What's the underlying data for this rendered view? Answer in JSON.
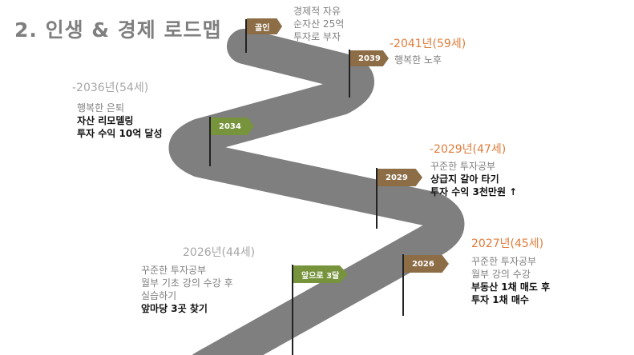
{
  "title": "2. 인생 & 경제 로드맵",
  "colors": {
    "brown": "#8c6d46",
    "green": "#77933c",
    "road": "#7f7f7f",
    "orange": "#e07b39"
  },
  "flags": {
    "goal": "골인",
    "f2039": "2039",
    "f2034": "2034",
    "f2029": "2029",
    "f2026": "2026",
    "now": "앞으로 3달"
  },
  "milestones": {
    "goal": {
      "lines": [
        "경제적 자유",
        "순자산 25억",
        "투자로 부자"
      ]
    },
    "m2041": {
      "year": "-2041년(59세)",
      "lines": [
        "행복한 노후"
      ]
    },
    "m2036": {
      "year": "-2036년(54세)",
      "lines": [
        "행복한 은퇴",
        "자산 리모델링",
        "투자 수익 10억 달성"
      ]
    },
    "m2029": {
      "year": "-2029년(47세)",
      "lines": [
        "꾸준한 투자공부",
        "상급지 갈아 타기",
        "투자 수익 3천만원 ↑"
      ]
    },
    "m2027": {
      "year": "2027년(45세)",
      "lines": [
        "꾸준한 투자공부",
        "월부 강의 수강",
        "부동산 1채 매도 후",
        "투자 1채 매수"
      ]
    },
    "m2026": {
      "year": "2026년(44세)",
      "lines": [
        "꾸준한 투자공부",
        "월부 기초 강의 수강 후",
        "실습하기",
        "앞마당 3곳 찾기"
      ]
    }
  }
}
